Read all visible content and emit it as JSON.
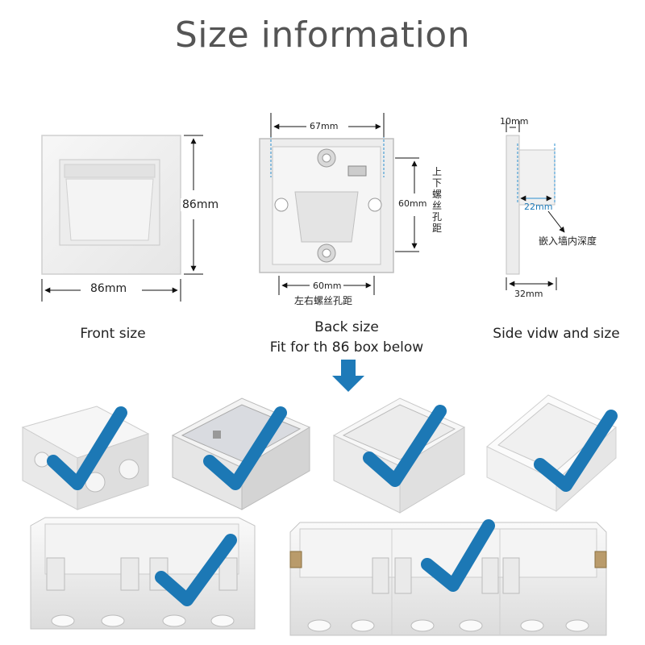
{
  "title": "Size information",
  "front": {
    "caption": "Front size",
    "width": "86mm",
    "height": "86mm"
  },
  "back": {
    "caption_line1": "Back size",
    "caption_line2": "Fit for th 86 box below",
    "top_spacing": "67mm",
    "bottom_spacing": "60mm",
    "bottom_note": "左右螺丝孔距",
    "right_spacing": "60mm",
    "right_note_chars": [
      "上",
      "下",
      "螺",
      "丝",
      "孔",
      "距"
    ]
  },
  "side": {
    "caption": "Side vidw and size",
    "thickness": "10mm",
    "embed_depth": "22mm",
    "embed_note": "嵌入墙内深度",
    "total_depth": "32mm"
  },
  "colors": {
    "arrow": "#1e7ab8",
    "checkmark": "#1c78b5",
    "dimline": "#111111"
  }
}
